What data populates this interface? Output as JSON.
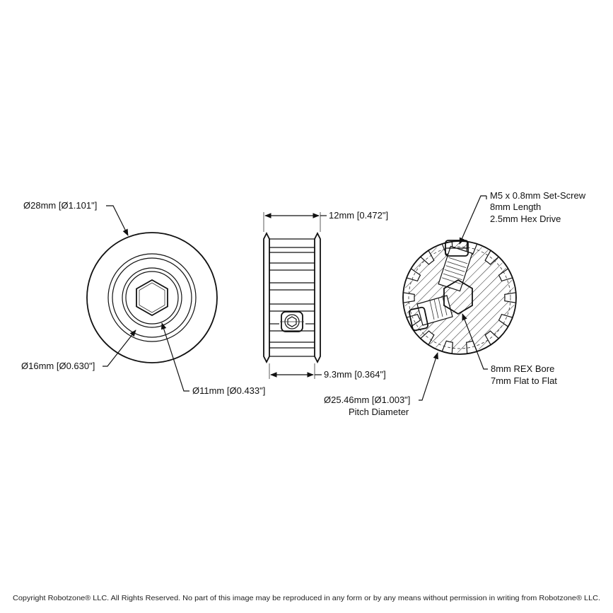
{
  "dimensions": {
    "outer_diameter": "Ø28mm [Ø1.101\"]",
    "flange_diameter": "Ø16mm [Ø0.630\"]",
    "hub_diameter": "Ø11mm [Ø0.433\"]",
    "overall_width": "12mm [0.472\"]",
    "tooth_width": "9.3mm [0.364\"]",
    "pitch_diameter_value": "Ø25.46mm [Ø1.003\"]",
    "pitch_diameter_label": "Pitch Diameter"
  },
  "callouts": {
    "set_screw": [
      "M5 x 0.8mm Set-Screw",
      "8mm Length",
      "2.5mm Hex Drive"
    ],
    "bore": [
      "8mm REX Bore",
      "7mm Flat to Flat"
    ]
  },
  "footer": {
    "copyright": "Copyright Robotzone® LLC.  All Rights Reserved. No part of this image may be reproduced in any form or by any means without permission in writing from Robotzone® LLC."
  },
  "views": [
    "front-view",
    "side-view",
    "section-view"
  ]
}
